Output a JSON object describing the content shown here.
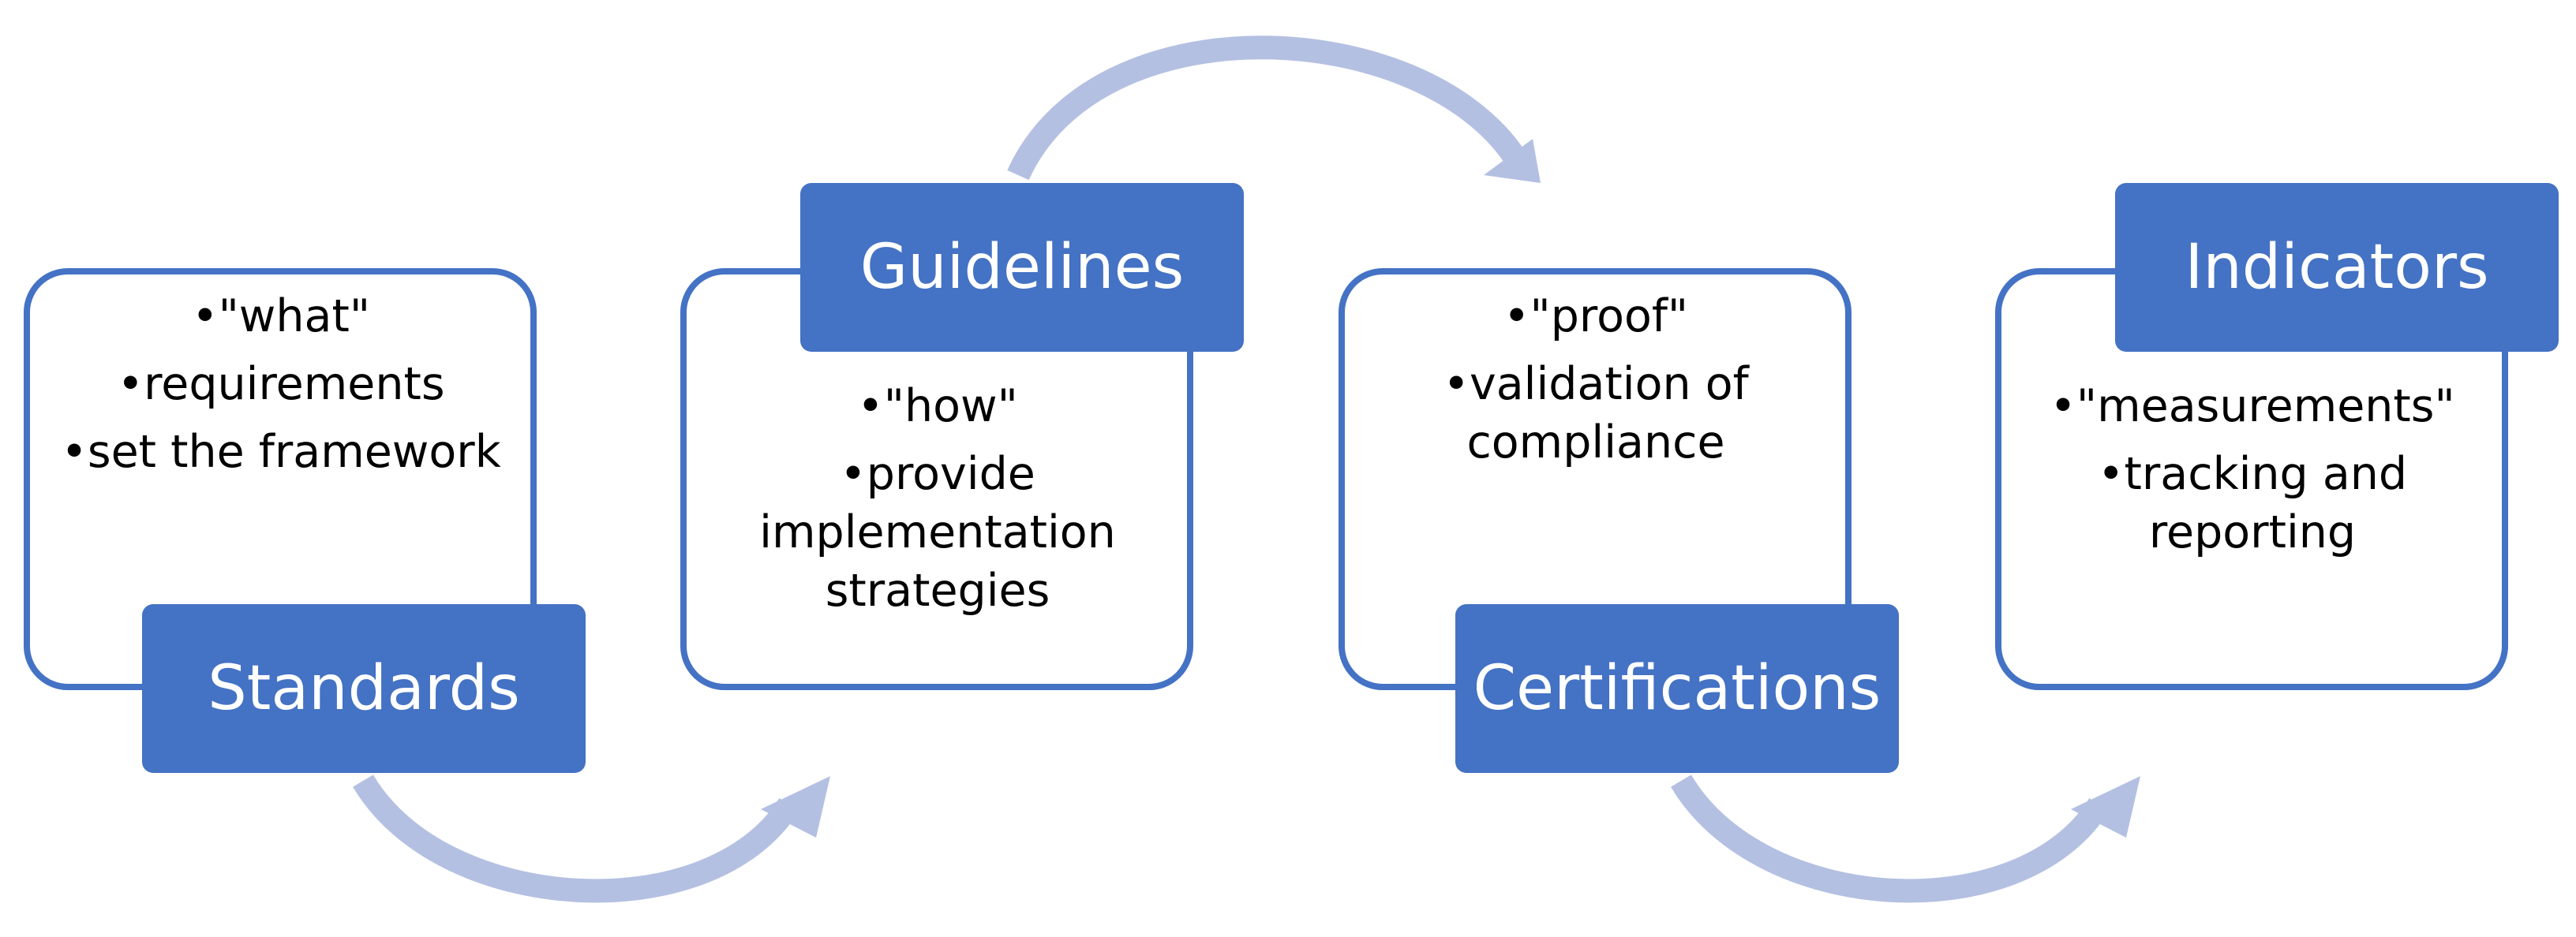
{
  "colors": {
    "panel_border": "#4472c4",
    "label_fill": "#4472c4",
    "arrow": "#b4c0e2",
    "text": "#000000",
    "label_text": "#ffffff"
  },
  "steps": [
    {
      "label": "Standards",
      "bullets": [
        "•\"what\"",
        "•requirements",
        "•set the framework"
      ]
    },
    {
      "label": "Guidelines",
      "bullets": [
        "•\"how\"",
        "•provide",
        "implementation",
        "strategies"
      ]
    },
    {
      "label": "Certifications",
      "bullets": [
        "•\"proof\"",
        "•validation of",
        "compliance"
      ]
    },
    {
      "label": "Indicators",
      "bullets": [
        "•\"measurements\"",
        "•tracking and",
        "reporting"
      ]
    }
  ]
}
